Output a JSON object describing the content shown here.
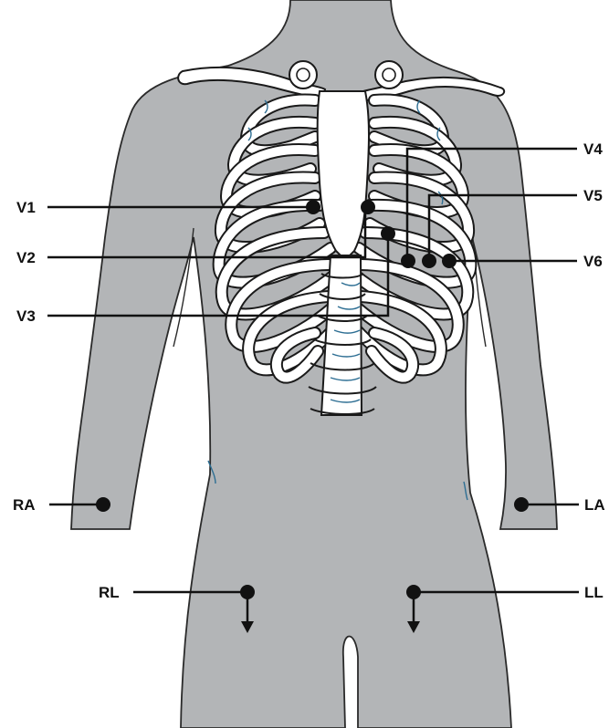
{
  "diagram": {
    "colors": {
      "body_fill": "#b3b5b7",
      "body_stroke": "#2a2a2a",
      "bone_fill": "#ffffff",
      "bone_stroke": "#1a1a1a",
      "cartilage_accent": "#2d6e93",
      "lead_color": "#111111"
    },
    "precordial_leads": [
      {
        "id": "v1",
        "label": "V1"
      },
      {
        "id": "v2",
        "label": "V2"
      },
      {
        "id": "v3",
        "label": "V3"
      },
      {
        "id": "v4",
        "label": "V4"
      },
      {
        "id": "v5",
        "label": "V5"
      },
      {
        "id": "v6",
        "label": "V6"
      }
    ],
    "limb_leads": [
      {
        "id": "ra",
        "label": "RA"
      },
      {
        "id": "la",
        "label": "LA"
      },
      {
        "id": "rl",
        "label": "RL"
      },
      {
        "id": "ll",
        "label": "LL"
      }
    ]
  }
}
